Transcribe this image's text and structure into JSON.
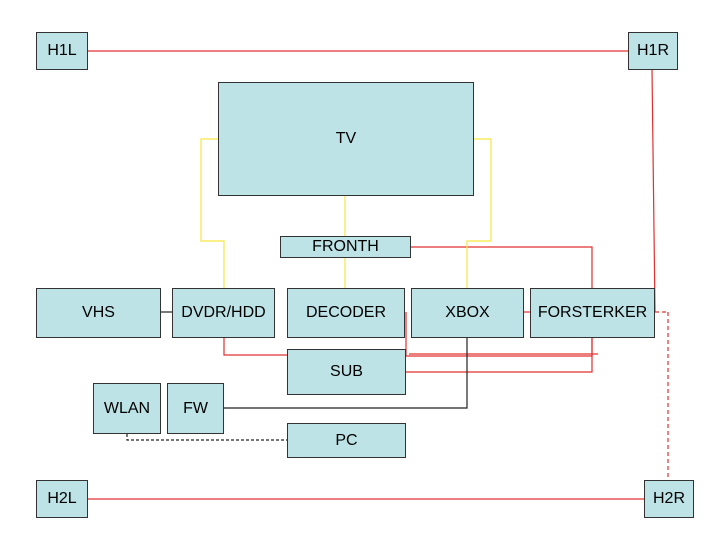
{
  "colors": {
    "box_fill": "#bde3e6",
    "box_border": "#333333",
    "speaker_wire": "#e03030",
    "video_wire": "#f5e642",
    "data_wire": "#222222"
  },
  "nodes": {
    "h1l": "H1L",
    "h1r": "H1R",
    "h2l": "H2L",
    "h2r": "H2R",
    "tv": "TV",
    "fronth": "FRONTH",
    "vhs": "VHS",
    "dvdr": "DVDR/HDD",
    "decoder": "DECODER",
    "xbox": "XBOX",
    "forsterker": "FORSTERKER",
    "sub": "SUB",
    "wlan": "WLAN",
    "fw": "FW",
    "pc": "PC"
  }
}
